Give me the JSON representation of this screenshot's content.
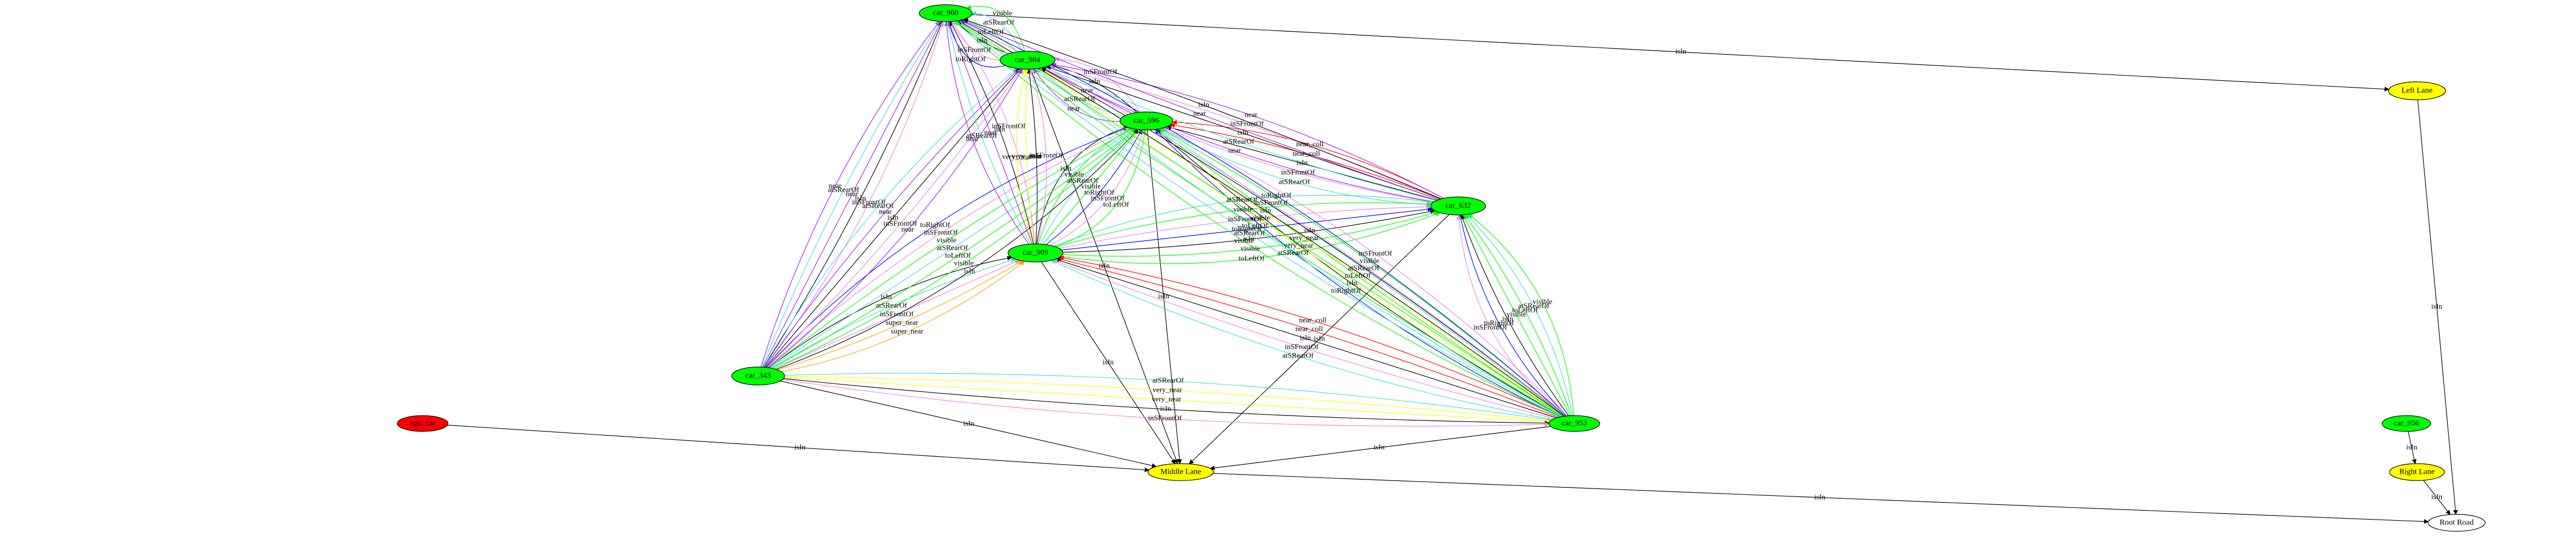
{
  "colors": {
    "car": "#00ff00",
    "ego": "#ff0000",
    "lane": "#ffff00",
    "road": "#ffffff",
    "outline": "#000000",
    "rel": {
      "isIn": "#000000",
      "near": "#a020f0",
      "visible": "#00ff00",
      "atSRearOf": "#40e0d0",
      "inSFrontOf": "#ee82ee",
      "toLeftOf": "#00ff00",
      "toRightOf": "#0000ff",
      "near_coll": "#ff0000",
      "super_near": "#ffa500",
      "very_near": "#ffff00"
    }
  },
  "nodes": [
    {
      "id": "car_960",
      "label": "car_960",
      "kind": "car"
    },
    {
      "id": "car_984",
      "label": "car_984",
      "kind": "car"
    },
    {
      "id": "car_596",
      "label": "car_596",
      "kind": "car"
    },
    {
      "id": "car_632",
      "label": "car_632",
      "kind": "car"
    },
    {
      "id": "car_909",
      "label": "car_909",
      "kind": "car"
    },
    {
      "id": "car_343",
      "label": "car_343",
      "kind": "car"
    },
    {
      "id": "car_953",
      "label": "car_953",
      "kind": "car"
    },
    {
      "id": "ego_car",
      "label": "ego_car",
      "kind": "ego"
    },
    {
      "id": "car_956",
      "label": "car_956",
      "kind": "car"
    },
    {
      "id": "left_lane",
      "label": "Left Lane",
      "kind": "lane"
    },
    {
      "id": "middle_lane",
      "label": "Middle Lane",
      "kind": "lane"
    },
    {
      "id": "right_lane",
      "label": "Right Lane",
      "kind": "lane"
    },
    {
      "id": "root_road",
      "label": "Root Road",
      "kind": "road"
    }
  ],
  "edges": [
    {
      "from": "car_960",
      "to": "left_lane",
      "label": "isIn"
    },
    {
      "from": "left_lane",
      "to": "root_road",
      "label": "isIn"
    },
    {
      "from": "car_956",
      "to": "right_lane",
      "label": "isIn"
    },
    {
      "from": "right_lane",
      "to": "root_road",
      "label": "isIn"
    },
    {
      "from": "middle_lane",
      "to": "root_road",
      "label": "isIn"
    },
    {
      "from": "ego_car",
      "to": "middle_lane",
      "label": "isIn"
    },
    {
      "from": "car_343",
      "to": "middle_lane",
      "label": "isIn"
    },
    {
      "from": "car_909",
      "to": "middle_lane",
      "label": "isIn"
    },
    {
      "from": "car_953",
      "to": "middle_lane",
      "label": "isIn"
    },
    {
      "from": "car_596",
      "to": "middle_lane",
      "label": "isIn"
    },
    {
      "from": "car_632",
      "to": "middle_lane",
      "label": "isIn"
    },
    {
      "from": "car_984",
      "to": "middle_lane",
      "label": "isIn"
    },
    {
      "from": "car_984",
      "to": "car_960",
      "label": "visible"
    },
    {
      "from": "car_984",
      "to": "car_960",
      "label": "atSRearOf"
    },
    {
      "from": "car_984",
      "to": "car_960",
      "label": "toLeftOf"
    },
    {
      "from": "car_984",
      "to": "car_960",
      "label": "isIn"
    },
    {
      "from": "car_984",
      "to": "car_960",
      "label": "inSFrontOf"
    },
    {
      "from": "car_984",
      "to": "car_960",
      "label": "toRightOf"
    },
    {
      "from": "car_596",
      "to": "car_984",
      "label": "near"
    },
    {
      "from": "car_596",
      "to": "car_984",
      "label": "atSRearOf"
    },
    {
      "from": "car_596",
      "to": "car_984",
      "label": "near"
    },
    {
      "from": "car_596",
      "to": "car_984",
      "label": "isIn"
    },
    {
      "from": "car_596",
      "to": "car_984",
      "label": "inSFrontOf"
    },
    {
      "from": "car_632",
      "to": "car_596",
      "label": "near_coll"
    },
    {
      "from": "car_632",
      "to": "car_596",
      "label": "near_coll"
    },
    {
      "from": "car_632",
      "to": "car_596",
      "label": "isIn"
    },
    {
      "from": "car_632",
      "to": "car_596",
      "label": "inSFrontOf"
    },
    {
      "from": "car_632",
      "to": "car_596",
      "label": "atSRearOf"
    },
    {
      "from": "car_632",
      "to": "car_984",
      "label": "near"
    },
    {
      "from": "car_632",
      "to": "car_984",
      "label": "atSRearOf"
    },
    {
      "from": "car_632",
      "to": "car_984",
      "label": "isIn"
    },
    {
      "from": "car_632",
      "to": "car_984",
      "label": "inSFrontOf"
    },
    {
      "from": "car_632",
      "to": "car_984",
      "label": "near"
    },
    {
      "from": "car_909",
      "to": "car_596",
      "label": "toLeftOf"
    },
    {
      "from": "car_909",
      "to": "car_596",
      "label": "inSFrontOf"
    },
    {
      "from": "car_909",
      "to": "car_596",
      "label": "toRightOf"
    },
    {
      "from": "car_909",
      "to": "car_596",
      "label": "visible"
    },
    {
      "from": "car_909",
      "to": "car_596",
      "label": "atSRearOf"
    },
    {
      "from": "car_909",
      "to": "car_596",
      "label": "visible"
    },
    {
      "from": "car_909",
      "to": "car_596",
      "label": "isIn"
    },
    {
      "from": "car_909",
      "to": "car_632",
      "label": "toLeftOf"
    },
    {
      "from": "car_909",
      "to": "car_632",
      "label": "visible"
    },
    {
      "from": "car_909",
      "to": "car_632",
      "label": "isIn"
    },
    {
      "from": "car_909",
      "to": "car_632",
      "label": "toRightOf"
    },
    {
      "from": "car_909",
      "to": "car_632",
      "label": "inSFrontOf"
    },
    {
      "from": "car_909",
      "to": "car_632",
      "label": "visible"
    },
    {
      "from": "car_909",
      "to": "car_632",
      "label": "atSRearOf"
    },
    {
      "from": "car_343",
      "to": "car_909",
      "label": "isIn"
    },
    {
      "from": "car_343",
      "to": "car_909",
      "label": "atSRearOf"
    },
    {
      "from": "car_343",
      "to": "car_909",
      "label": "inSFrontOf"
    },
    {
      "from": "car_343",
      "to": "car_909",
      "label": "super_near"
    },
    {
      "from": "car_343",
      "to": "car_909",
      "label": "super_near"
    },
    {
      "from": "car_343",
      "to": "car_596",
      "label": "toRightOf"
    },
    {
      "from": "car_343",
      "to": "car_596",
      "label": "inSFrontOf"
    },
    {
      "from": "car_343",
      "to": "car_596",
      "label": "visible"
    },
    {
      "from": "car_343",
      "to": "car_596",
      "label": "atSRearOf"
    },
    {
      "from": "car_343",
      "to": "car_596",
      "label": "toLeftOf"
    },
    {
      "from": "car_343",
      "to": "car_596",
      "label": "visible"
    },
    {
      "from": "car_343",
      "to": "car_596",
      "label": "isIn"
    },
    {
      "from": "car_343",
      "to": "car_953",
      "label": "atSRearOf"
    },
    {
      "from": "car_343",
      "to": "car_953",
      "label": "very_near"
    },
    {
      "from": "car_343",
      "to": "car_953",
      "label": "very_near"
    },
    {
      "from": "car_343",
      "to": "car_953",
      "label": "isIn"
    },
    {
      "from": "car_343",
      "to": "car_953",
      "label": "inSFrontOf"
    },
    {
      "from": "car_953",
      "to": "car_909",
      "label": "near_coll"
    },
    {
      "from": "car_953",
      "to": "car_909",
      "label": "near_coll"
    },
    {
      "from": "car_953",
      "to": "car_909",
      "label": "isIn"
    },
    {
      "from": "car_953",
      "to": "car_909",
      "label": "inSFrontOf"
    },
    {
      "from": "car_953",
      "to": "car_909",
      "label": "atSRearOf"
    },
    {
      "from": "car_953",
      "to": "car_632",
      "label": "visible"
    },
    {
      "from": "car_953",
      "to": "car_632",
      "label": "atSRearOf"
    },
    {
      "from": "car_953",
      "to": "car_632",
      "label": "toLeftOf"
    },
    {
      "from": "car_953",
      "to": "car_632",
      "label": "visible"
    },
    {
      "from": "car_953",
      "to": "car_632",
      "label": "isIn"
    },
    {
      "from": "car_953",
      "to": "car_632",
      "label": "toRightOf"
    },
    {
      "from": "car_953",
      "to": "car_632",
      "label": "inSFrontOf"
    },
    {
      "from": "car_953",
      "to": "car_596",
      "label": "inSFrontOf"
    },
    {
      "from": "car_953",
      "to": "car_596",
      "label": "visible"
    },
    {
      "from": "car_953",
      "to": "car_596",
      "label": "atSRearOf"
    },
    {
      "from": "car_953",
      "to": "car_596",
      "label": "toLeftOf"
    },
    {
      "from": "car_953",
      "to": "car_596",
      "label": "isIn"
    },
    {
      "from": "car_953",
      "to": "car_596",
      "label": "toRightOf"
    },
    {
      "from": "car_953",
      "to": "car_984",
      "label": "atSRearOf"
    },
    {
      "from": "car_953",
      "to": "car_984",
      "label": "very_near"
    },
    {
      "from": "car_953",
      "to": "car_984",
      "label": "very_near"
    },
    {
      "from": "car_953",
      "to": "car_984",
      "label": "isIn"
    },
    {
      "from": "car_953",
      "to": "car_960",
      "label": "visible"
    },
    {
      "from": "car_953",
      "to": "car_960",
      "label": "atSRearOf"
    },
    {
      "from": "car_953",
      "to": "car_960",
      "label": "toLeftOf"
    },
    {
      "from": "car_953",
      "to": "car_960",
      "label": "visible"
    },
    {
      "from": "car_953",
      "to": "car_960",
      "label": "isIn"
    },
    {
      "from": "car_953",
      "to": "car_960",
      "label": "inSFrontOf"
    },
    {
      "from": "car_953",
      "to": "car_960",
      "label": "toRightOf"
    },
    {
      "from": "car_343",
      "to": "car_960",
      "label": "near"
    },
    {
      "from": "car_343",
      "to": "car_960",
      "label": "atSRearOf"
    },
    {
      "from": "car_343",
      "to": "car_960",
      "label": "near"
    },
    {
      "from": "car_343",
      "to": "car_960",
      "label": "isIn"
    },
    {
      "from": "car_343",
      "to": "car_960",
      "label": "inSFrontOf"
    },
    {
      "from": "car_343",
      "to": "car_984",
      "label": "atSRearOf"
    },
    {
      "from": "car_343",
      "to": "car_984",
      "label": "near"
    },
    {
      "from": "car_343",
      "to": "car_984",
      "label": "isIn"
    },
    {
      "from": "car_343",
      "to": "car_984",
      "label": "inSFrontOf"
    },
    {
      "from": "car_343",
      "to": "car_984",
      "label": "near"
    },
    {
      "from": "car_909",
      "to": "car_960",
      "label": "near"
    },
    {
      "from": "car_909",
      "to": "car_960",
      "label": "atSRearOf"
    },
    {
      "from": "car_909",
      "to": "car_960",
      "label": "near"
    },
    {
      "from": "car_909",
      "to": "car_960",
      "label": "isIn"
    },
    {
      "from": "car_909",
      "to": "car_960",
      "label": "inSFrontOf"
    },
    {
      "from": "car_909",
      "to": "car_984",
      "label": "very_near"
    },
    {
      "from": "car_909",
      "to": "car_984",
      "label": "very_near"
    },
    {
      "from": "car_909",
      "to": "car_984",
      "label": "isIn"
    },
    {
      "from": "car_909",
      "to": "car_984",
      "label": "inSFrontOf"
    },
    {
      "from": "car_632",
      "to": "car_960",
      "label": "near"
    },
    {
      "from": "car_632",
      "to": "car_960",
      "label": "isIn"
    }
  ]
}
